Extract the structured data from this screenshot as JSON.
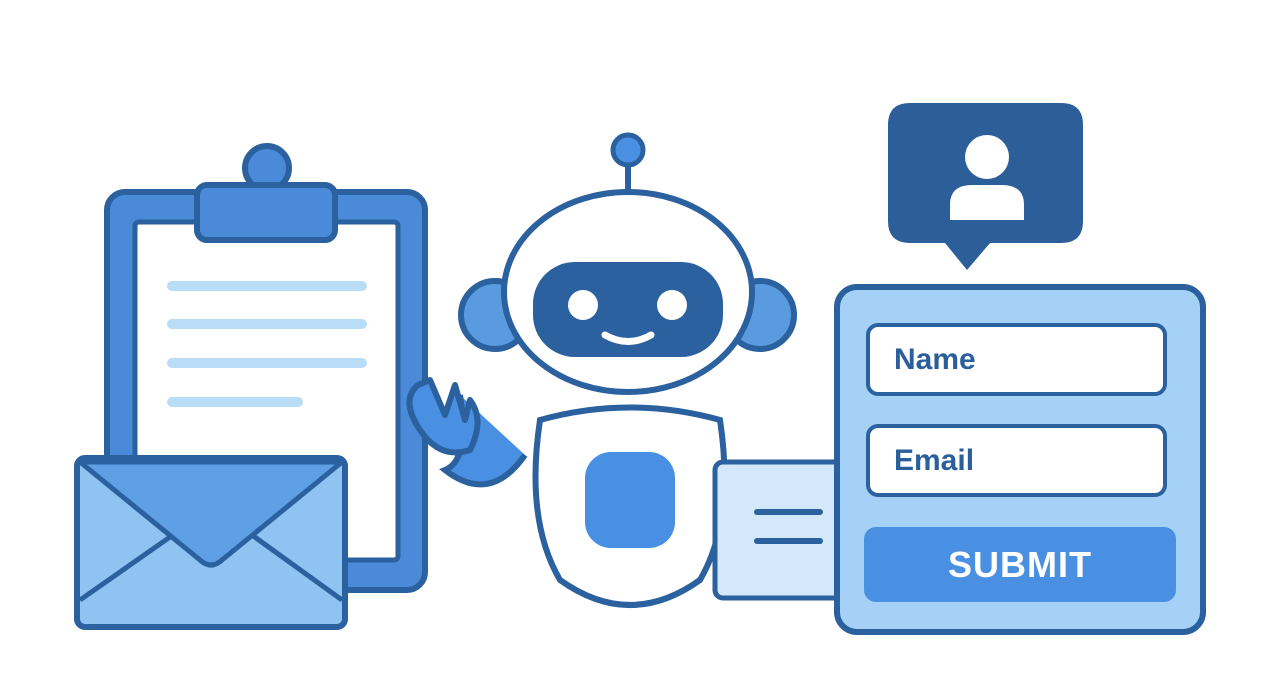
{
  "form": {
    "name_label": "Name",
    "email_label": "Email",
    "submit_label": "SUBMIT"
  },
  "colors": {
    "dark": "#2a619e",
    "mid": "#4a90e2",
    "light": "#a6d1f7",
    "lightest": "#d3e8fb"
  }
}
